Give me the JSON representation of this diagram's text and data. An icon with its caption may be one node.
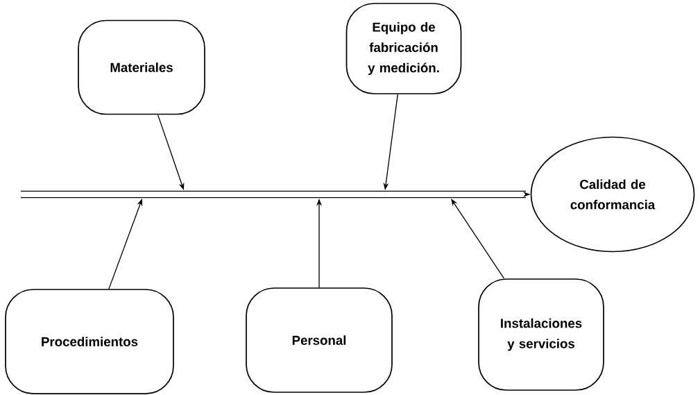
{
  "diagram": {
    "nodes": [
      {
        "text": [
          "Materiales"
        ]
      },
      {
        "text": [
          "Equipo de fabricación y medición."
        ]
      },
      {
        "text": [
          "Calidad de conformancia"
        ]
      },
      {
        "text": [
          "Procedimientos"
        ]
      },
      {
        "text": [
          "Personal"
        ]
      },
      {
        "text": [
          "Instalaciones y servicios"
        ]
      }
    ],
    "edges": [
      {
        "from": null,
        "to": 2,
        "arrow": "to",
        "style": "thick"
      },
      {
        "from": 0,
        "to": null,
        "arrow": "to"
      },
      {
        "from": 1,
        "to": null,
        "arrow": "to"
      },
      {
        "from": 3,
        "to": null,
        "arrow": "to"
      },
      {
        "from": 4,
        "to": null,
        "arrow": "to"
      },
      {
        "from": 5,
        "to": null,
        "arrow": "to"
      }
    ]
  }
}
